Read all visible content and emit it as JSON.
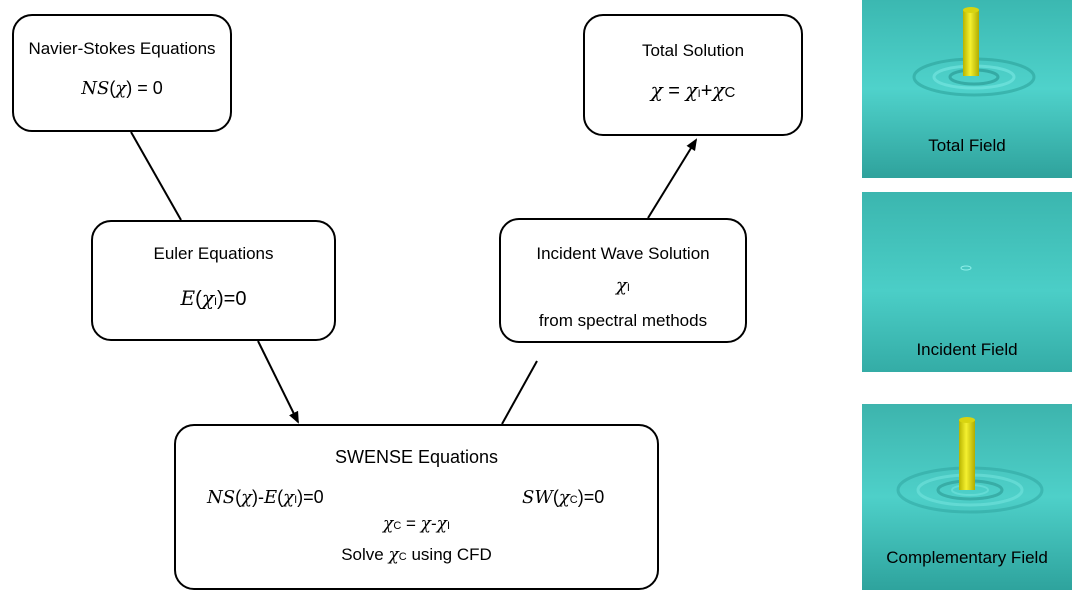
{
  "boxes": {
    "navier": {
      "title": "Navier-Stokes Equations",
      "eq_prefix": "NS",
      "eq_open": "(",
      "eq_var": "χ",
      "eq_close": ")",
      "eq_rest": " = 0"
    },
    "euler": {
      "title": "Euler Equations",
      "eq_prefix": "E",
      "eq_open": "(",
      "eq_var": "χ",
      "eq_sub": "I",
      "eq_rest": ")=0"
    },
    "total": {
      "title": "Total Solution",
      "eq_lhs": "χ",
      "eq_eq": " = ",
      "eq_v1": "χ",
      "eq_s1": "I",
      "eq_plus": "+",
      "eq_v2": "χ",
      "eq_s2": "C"
    },
    "incident": {
      "title": "Incident Wave Solution",
      "var": "χ",
      "var_sub": "I",
      "note": "from spectral methods"
    },
    "swense": {
      "title": "SWENSE Equations",
      "left_eq_a": "NS",
      "left_eq_b": "(",
      "left_eq_c": "χ",
      "left_eq_d": ")-",
      "left_eq_e": "E",
      "left_eq_f": "(",
      "left_eq_g": "χ",
      "left_eq_h": "I",
      "left_eq_i": ")=0",
      "right_eq_a": "SW",
      "right_eq_b": "(",
      "right_eq_c": "χ",
      "right_eq_d": "C",
      "right_eq_e": ")=0",
      "mid_a": "χ",
      "mid_b": "C",
      "mid_c": " = ",
      "mid_d": "χ",
      "mid_e": "-",
      "mid_f": "χ",
      "mid_g": "I",
      "solve_a": "Solve ",
      "solve_b": "χ",
      "solve_c": "C",
      "solve_d": " using CFD"
    }
  },
  "panels": [
    {
      "label": "Total Field",
      "has_cylinder": true,
      "ripples": "strong"
    },
    {
      "label": "Incident Field",
      "has_cylinder": false,
      "ripples": "none"
    },
    {
      "label": "Complementary Field",
      "has_cylinder": true,
      "ripples": "medium"
    }
  ],
  "colors": {
    "water_light": "#5fe0d8",
    "water_dark": "#2aa9a3",
    "cylinder": "#e8e418",
    "cylinder_dark": "#a8a400",
    "line": "#000000"
  }
}
